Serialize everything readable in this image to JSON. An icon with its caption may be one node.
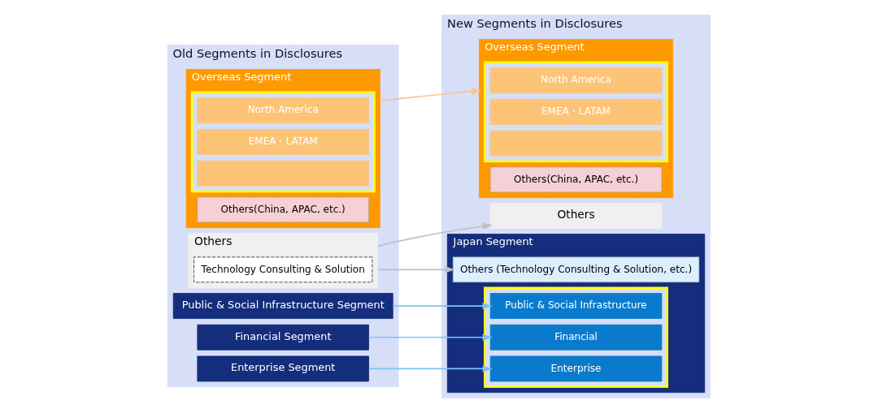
{
  "diagram": {
    "nodes": [
      {
        "text": [
          "Old Segments in Disclosures"
        ]
      },
      {
        "text": [
          "Public & Social Infrastructure Segment"
        ],
        "in": 0
      },
      {
        "text": [
          "Financial Segment"
        ],
        "in": 0
      },
      {
        "text": [
          "Enterprise Segment"
        ],
        "in": 0
      },
      {
        "text": [
          "Overseas Segment"
        ],
        "in": 0
      },
      {
        "text": [],
        "shape": "box",
        "in": 4
      },
      {
        "text": [
          "North America"
        ],
        "in": 5
      },
      {
        "text": [
          "EMEA・LATAM"
        ],
        "in": 5
      },
      {
        "text": [],
        "shape": "box",
        "in": 5
      },
      {
        "text": [
          "Others(China, APAC, etc.)"
        ],
        "in": 4
      },
      {
        "text": [
          "Others"
        ],
        "in": 0
      },
      {
        "text": [
          "Technology Consulting & Solution"
        ],
        "in": 10
      },
      {
        "text": [
          "New Segments in Disclosures"
        ]
      },
      {
        "text": [
          "Japan Segment"
        ],
        "in": 12
      },
      {
        "text": [],
        "shape": "box",
        "in": 13
      },
      {
        "text": [
          "Public & Social Infrastructure"
        ],
        "in": 14
      },
      {
        "text": [
          "Financial"
        ],
        "in": 14
      },
      {
        "text": [
          "Enterprise"
        ],
        "in": 14
      },
      {
        "text": [
          "Others (Technology Consulting & Solution, etc.)"
        ],
        "in": 13
      },
      {
        "text": [
          "Overseas Segment"
        ],
        "in": 12
      },
      {
        "text": [],
        "shape": "box",
        "in": 19
      },
      {
        "text": [
          "North America"
        ],
        "in": 20
      },
      {
        "text": [
          "EMEA・LATAM"
        ],
        "in": 20
      },
      {
        "text": [],
        "shape": "box",
        "in": 20
      },
      {
        "text": [
          "Others(China, APAC, etc.)"
        ],
        "in": 19
      },
      {
        "text": [
          "Others"
        ],
        "in": 12
      }
    ],
    "edges": [
      {
        "from": 1,
        "to": 15,
        "arrow": "to",
        "color": "#7cc4f5"
      },
      {
        "from": 2,
        "to": 16,
        "arrow": "to",
        "color": "#7cc4f5"
      },
      {
        "from": 3,
        "to": 17,
        "arrow": "to",
        "color": "#7cc4f5"
      },
      {
        "from": 4,
        "to": 19,
        "arrow": "to",
        "color": "#fdc38f"
      },
      {
        "from": 10,
        "to": 18,
        "arrow": "to",
        "color": "#bfbfbf"
      },
      {
        "from": 10,
        "to": 25,
        "arrow": "to",
        "color": "#bfbfbf"
      }
    ]
  }
}
